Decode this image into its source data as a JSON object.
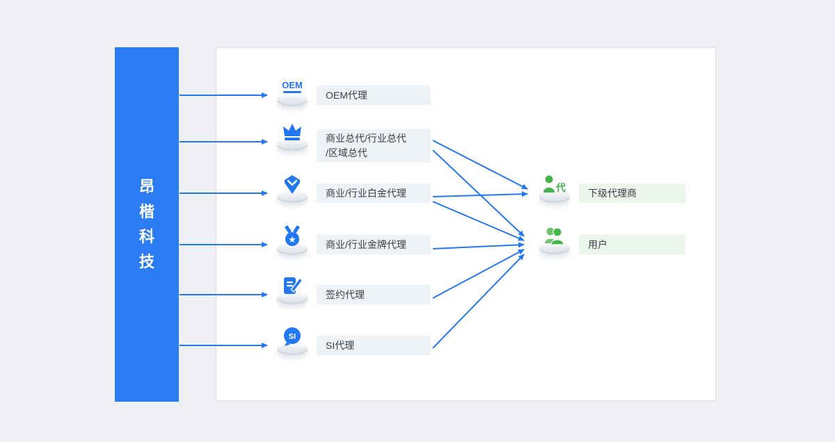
{
  "brand": {
    "full": "昂楷科技",
    "chars": [
      "昂",
      "楷",
      "科",
      "技"
    ]
  },
  "levels": [
    {
      "label": "OEM代理",
      "icon": "oem-badge-icon"
    },
    {
      "label": "商业总代/行业总代/区域总代",
      "lines": [
        "商业总代/行业总代",
        "/区域总代"
      ],
      "icon": "crown-icon"
    },
    {
      "label": "商业/行业白金代理",
      "icon": "gem-icon"
    },
    {
      "label": "商业/行业金牌代理",
      "icon": "medal-star-icon"
    },
    {
      "label": "签约代理",
      "icon": "contract-pen-icon"
    },
    {
      "label": "SI代理",
      "icon": "si-bubble-icon"
    }
  ],
  "targets": [
    {
      "label": "下级代理商",
      "icon": "agent-person-icon"
    },
    {
      "label": "用户",
      "icon": "users-icon"
    }
  ],
  "icon_text": {
    "oem": "OEM",
    "si": "SI",
    "agent_char": "代",
    "medal_star": "★"
  },
  "colors": {
    "primary_blue": "#2277f2",
    "panel_blue": "#2b7bf3",
    "green": "#44b549",
    "label_gray_bg": "#eef1f5",
    "label_green_bg": "#ecf5ec",
    "page_bg": "#eef0f4"
  }
}
